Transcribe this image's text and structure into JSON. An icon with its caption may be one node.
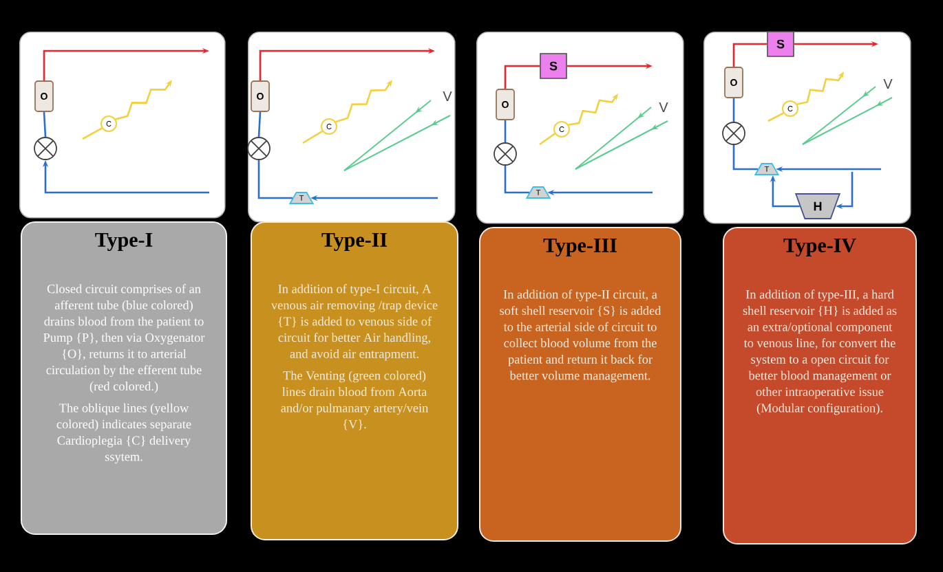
{
  "diagram": {
    "nodes": [
      {
        "text": [],
        "shape": "box"
      },
      {
        "text": [
          "O"
        ],
        "in": 0
      },
      {
        "text": [
          "C"
        ],
        "in": 0
      },
      {
        "text": [],
        "shape": "circle",
        "in": 0
      },
      {
        "text": [
          "Type-I",
          "Closed circuit comprises of an afferent  tube (blue colored) drains blood from the patient to Pump {P}, then via Oxygenator {O}, returns it to arterial circulation by  the efferent tube (red colored.)",
          "The oblique lines (yellow colored) indicates separate Cardioplegia {C} delivery ssytem."
        ]
      },
      {
        "text": [],
        "shape": "box"
      },
      {
        "text": [
          "O"
        ],
        "in": 5
      },
      {
        "text": [
          "C"
        ],
        "in": 5
      },
      {
        "text": [],
        "shape": "circle",
        "in": 5
      },
      {
        "text": [
          "T"
        ],
        "in": 5
      },
      {
        "text": [
          "Type-II",
          "In addition of type-I circuit, A venous air removing /trap device {T} is added to venous side of circuit for better Air handling, and avoid air entrapment.",
          "The Venting (green colored) lines drain blood from Aorta and/or pulmanary artery/vein {V}."
        ]
      },
      {
        "text": [],
        "shape": "box"
      },
      {
        "text": [
          "S"
        ],
        "in": 11
      },
      {
        "text": [
          "O"
        ],
        "in": 11
      },
      {
        "text": [
          "C"
        ],
        "in": 11
      },
      {
        "text": [],
        "shape": "circle",
        "in": 11
      },
      {
        "text": [
          "T"
        ],
        "in": 11
      },
      {
        "text": [
          "Type-III",
          "In addition of type-II circuit, a soft shell reservoir {S} is added to the arterial side of circuit to collect blood volume from the patient and return it back  for better volume management."
        ]
      },
      {
        "text": [],
        "shape": "box"
      },
      {
        "text": [
          "S"
        ],
        "in": 18
      },
      {
        "text": [
          "O"
        ],
        "in": 18
      },
      {
        "text": [
          "C"
        ],
        "in": 18
      },
      {
        "text": [],
        "shape": "circle",
        "in": 18
      },
      {
        "text": [
          "T"
        ],
        "in": 18
      },
      {
        "text": [
          "H"
        ],
        "in": 18
      },
      {
        "text": [
          "Type-IV",
          "In addition of type-III, a hard shell reservoir {H} is added as an extra/optional component  to venous line,  for convert the system to a open circuit for better  blood management or  other intraoperative issue (Modular configuration)."
        ]
      }
    ],
    "edges": [
      {
        "from": 1,
        "to": null,
        "arrow": "to",
        "color": "#e8262c"
      },
      {
        "from": 3,
        "to": 1,
        "arrow": "none"
      },
      {
        "from": null,
        "to": 3,
        "arrow": "to"
      },
      {
        "from": 2,
        "to": null,
        "arrow": "to",
        "color": "#f2d040"
      },
      {
        "from": 6,
        "to": null,
        "arrow": "to",
        "color": "#e8262c"
      },
      {
        "from": 8,
        "to": 6,
        "arrow": "none"
      },
      {
        "from": 9,
        "to": 8,
        "arrow": "none"
      },
      {
        "from": null,
        "to": 9,
        "arrow": "to"
      },
      {
        "from": 7,
        "to": null,
        "arrow": "to",
        "color": "#f2d040"
      },
      {
        "from": 13,
        "to": 12,
        "arrow": "none",
        "color": "#e8262c"
      },
      {
        "from": 12,
        "to": null,
        "arrow": "to",
        "color": "#e8262c"
      },
      {
        "from": 15,
        "to": 13,
        "arrow": "none"
      },
      {
        "from": 16,
        "to": 15,
        "arrow": "none"
      },
      {
        "from": null,
        "to": 16,
        "arrow": "to"
      },
      {
        "from": 14,
        "to": null,
        "arrow": "to",
        "color": "#f2d040"
      },
      {
        "from": 20,
        "to": 19,
        "arrow": "none",
        "color": "#e8262c"
      },
      {
        "from": 19,
        "to": null,
        "arrow": "to",
        "color": "#e8262c"
      },
      {
        "from": 22,
        "to": 20,
        "arrow": "none"
      },
      {
        "from": 23,
        "to": 22,
        "arrow": "none"
      },
      {
        "from": null,
        "to": 23,
        "arrow": "to"
      },
      {
        "from": null,
        "to": 24,
        "arrow": "to"
      },
      {
        "from": 24,
        "to": 23,
        "arrow": "to"
      },
      {
        "from": 21,
        "to": null,
        "arrow": "to",
        "color": "#f2d040"
      }
    ],
    "labels": [
      "V",
      "V",
      "V"
    ]
  }
}
